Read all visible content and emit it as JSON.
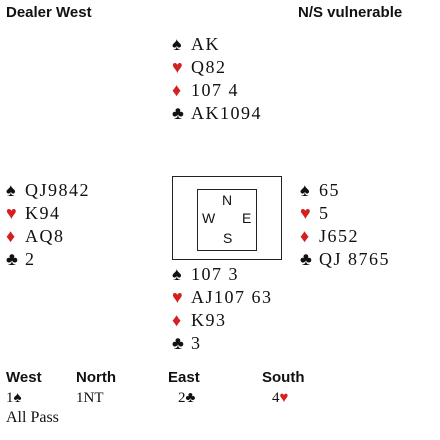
{
  "header": {
    "dealer": "Dealer West",
    "vulnerability": "N/S vulnerable"
  },
  "suits": {
    "spades": "♠",
    "hearts": "♥",
    "diamonds": "♦",
    "clubs": "♣",
    "red": "#d42020",
    "black": "#111111"
  },
  "hands": {
    "north": {
      "spades": "AK",
      "hearts": "Q82",
      "diamonds": "107 4",
      "clubs": "AK1094"
    },
    "west": {
      "spades": "QJ9842",
      "hearts": "K94",
      "diamonds": "AQ8",
      "clubs": "2"
    },
    "east": {
      "spades": "65",
      "hearts": "5",
      "diamonds": "J652",
      "clubs": "QJ 8765"
    },
    "south": {
      "spades": "107 3",
      "hearts": "AJ107 63",
      "diamonds": "K93",
      "clubs": "3"
    }
  },
  "compass": {
    "n": "N",
    "w": "W",
    "e": "E",
    "s": "S"
  },
  "auction": {
    "headers": [
      "West",
      "North",
      "East",
      "South"
    ],
    "bids": [
      {
        "level": "1",
        "suit": "♠",
        "color": "#111111"
      },
      {
        "level": "1NT",
        "suit": "",
        "color": "#111111"
      },
      {
        "level": "2",
        "suit": "♣",
        "color": "#111111"
      },
      {
        "level": "4",
        "suit": "♥",
        "color": "#d42020"
      }
    ],
    "final": "All Pass"
  }
}
